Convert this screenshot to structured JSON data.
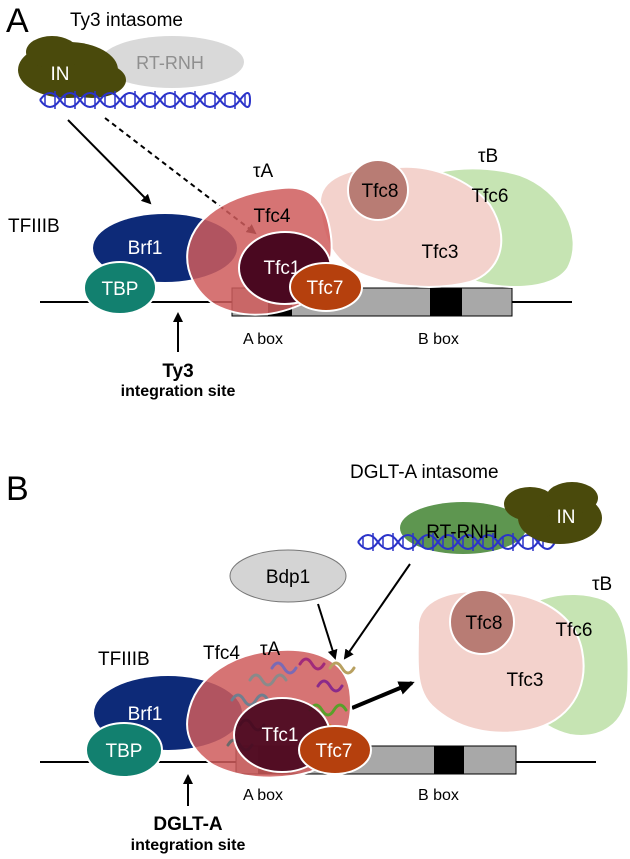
{
  "panelA": {
    "letter": "A",
    "intasome_title": "Ty3 intasome",
    "in_label": "IN",
    "rtrnh_label": "RT-RNH",
    "tfiiib_label": "TFIIIB",
    "brf1_label": "Brf1",
    "tbp_label": "TBP",
    "tauA_label": "τA",
    "tauB_label": "τB",
    "tfc4_label": "Tfc4",
    "tfc1_label": "Tfc1",
    "tfc7_label": "Tfc7",
    "tfc8_label": "Tfc8",
    "tfc6_label": "Tfc6",
    "tfc3_label": "Tfc3",
    "abox_label": "A box",
    "bbox_label": "B box",
    "site_name": "Ty3",
    "site_caption": "integration site"
  },
  "panelB": {
    "letter": "B",
    "intasome_title": "DGLT-A intasome",
    "in_label": "IN",
    "rtrnh_label": "RT-RNH",
    "bdp1_label": "Bdp1",
    "tfiiib_label": "TFIIIB",
    "brf1_label": "Brf1",
    "tbp_label": "TBP",
    "tauA_label": "τA",
    "tauB_label": "τB",
    "tfc4_label": "Tfc4",
    "tfc1_label": "Tfc1",
    "tfc7_label": "Tfc7",
    "tfc8_label": "Tfc8",
    "tfc6_label": "Tfc6",
    "tfc3_label": "Tfc3",
    "abox_label": "A box",
    "bbox_label": "B box",
    "site_name": "DGLT-A",
    "site_caption": "integration site"
  },
  "colors": {
    "in_olive": "#4a4a0c",
    "rtrnh_gray": "#d9d9d9",
    "rtrnh_green": "#5e9650",
    "dna_blue": "#2b33c9",
    "brf1_navy": "#0d2a78",
    "tbp_teal": "#12806f",
    "tfc4_red": "#cf5c5c",
    "tfc1_maroon": "#4a0820",
    "tfc7_orange": "#b5400d",
    "tfc8_rose": "#b87c74",
    "tfc6_green": "#c6e4b3",
    "tfc3_pink": "#f3d2cc",
    "bdp1_gray": "#d4d4d4",
    "gene_gray": "#a8a8a8",
    "box_black": "#000000"
  }
}
